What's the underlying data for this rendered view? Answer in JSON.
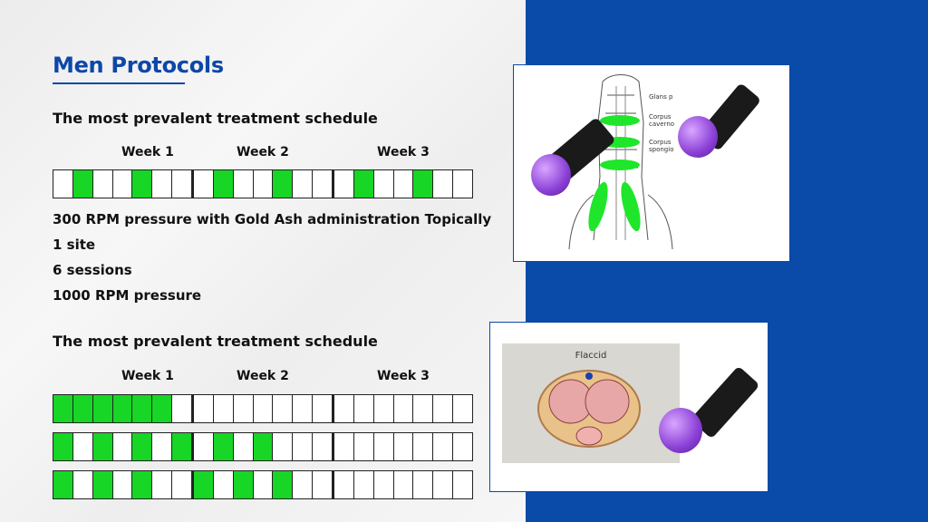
{
  "title": "Men Protocols",
  "section1": {
    "heading": "The most prevalent treatment schedule",
    "weeks": [
      "Week 1",
      "Week 2",
      "Week 3"
    ],
    "grid": [
      [
        0,
        1,
        0,
        0,
        1,
        0,
        0,
        0,
        1,
        0,
        0,
        1,
        0,
        0,
        0,
        1,
        0,
        0,
        1,
        0,
        0
      ]
    ],
    "notes": [
      "300 RPM pressure with Gold Ash administration Topically",
      "1 site",
      "6 sessions",
      "1000 RPM pressure"
    ]
  },
  "section2": {
    "heading": "The most prevalent treatment schedule",
    "weeks": [
      "Week 1",
      "Week 2",
      "Week 3"
    ],
    "grid": [
      [
        1,
        1,
        1,
        1,
        1,
        1,
        0,
        0,
        0,
        0,
        0,
        0,
        0,
        0,
        0,
        0,
        0,
        0,
        0,
        0,
        0
      ],
      [
        1,
        0,
        1,
        0,
        1,
        0,
        1,
        0,
        1,
        0,
        1,
        0,
        0,
        0,
        0,
        0,
        0,
        0,
        0,
        0,
        0
      ],
      [
        1,
        0,
        1,
        0,
        1,
        0,
        0,
        1,
        0,
        1,
        0,
        1,
        0,
        0,
        0,
        0,
        0,
        0,
        0,
        0,
        0
      ]
    ]
  },
  "image1": {
    "labels": [
      "Glans p",
      "Corpus",
      "caverno",
      "Corpus",
      "spongio"
    ]
  },
  "image2": {
    "label": "Flaccid"
  },
  "colors": {
    "accent": "#0d47a8",
    "panel": "#0a4aa8",
    "active_cell": "#17d625",
    "probe_tip": "#9b4fe0"
  }
}
